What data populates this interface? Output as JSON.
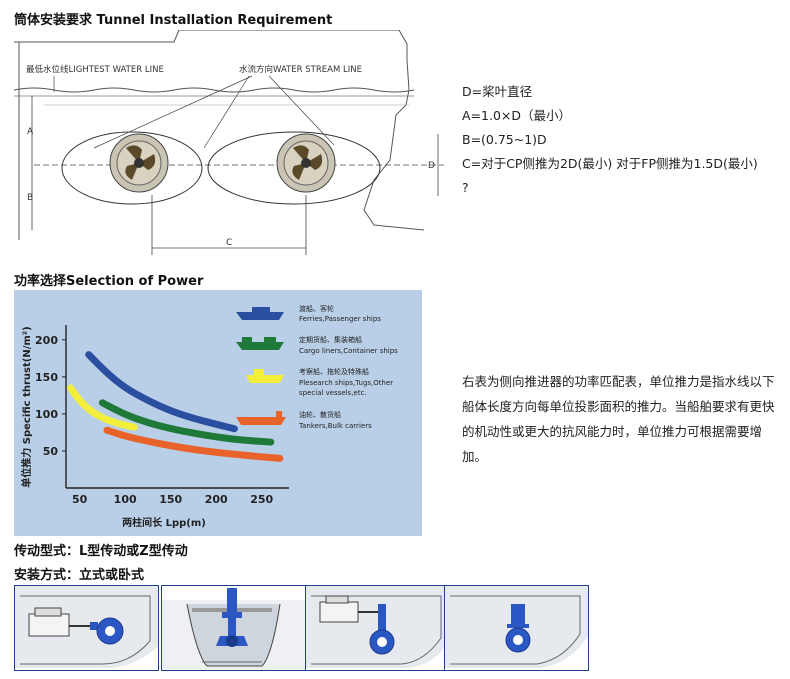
{
  "section_titles": {
    "tunnel": "筒体安装要求 Tunnel Installation Requirement",
    "power": "功率选择Selection of Power",
    "drive": "传动型式：L型传动或Z型传动",
    "mount": "安装方式：立式或卧式"
  },
  "tunnel_diagram": {
    "lightest_water_line": "最低水位线LIGHTEST WATER LINE",
    "water_stream_line": "水流方向WATER STREAM LINE",
    "label_a": "A",
    "label_b": "B",
    "label_c": "C",
    "label_d": "D"
  },
  "spec": {
    "lines": [
      "D=桨叶直径",
      "A=1.0×D（最小）",
      "B=(0.75~1)D",
      "C=对于CP侧推为2D(最小) 对于FP侧推为1.5D(最小)",
      "?"
    ]
  },
  "power_description": "右表为侧向推进器的功率匹配表，单位推力是指水线以下船体长度方向每单位投影面积的推力。当船舶要求有更快的机动性或更大的抗风能力时，单位推力可根据需要增加。",
  "chart_data": {
    "type": "line",
    "ylabel": "单位推力 Specific thrust(N/m²)",
    "xlabel": "两柱间长 Lpp(m)",
    "y_ticks": [
      "200",
      "150",
      "100",
      "50"
    ],
    "x_ticks": [
      "50",
      "100",
      "150",
      "200",
      "250"
    ],
    "xlim": [
      35,
      280
    ],
    "ylim": [
      0,
      220
    ],
    "legend_position": "top-right",
    "series": [
      {
        "name": "渡船、客轮 Ferries,Passenger ships",
        "color": "#2b4fa0",
        "x": [
          60,
          80,
          100,
          125,
          150,
          175,
          200,
          220
        ],
        "y": [
          180,
          155,
          135,
          118,
          104,
          94,
          86,
          80
        ]
      },
      {
        "name": "定期货船、集装箱船 Cargo liners,Container ships",
        "color": "#1f7a3a",
        "x": [
          75,
          100,
          125,
          150,
          175,
          200,
          225,
          260
        ],
        "y": [
          115,
          99,
          88,
          80,
          74,
          69,
          65,
          62
        ]
      },
      {
        "name": "考察船、拖轮及特殊船 Plesearch ships,Tugs,Other special vessels,etc.",
        "color": "#f2ee3a",
        "x": [
          40,
          50,
          60,
          70,
          80,
          95,
          110
        ],
        "y": [
          135,
          118,
          106,
          98,
          92,
          86,
          82
        ]
      },
      {
        "name": "油轮、散货船 Tankers,Bulk carriers",
        "color": "#e8632a",
        "x": [
          80,
          100,
          125,
          150,
          175,
          200,
          225,
          250,
          270
        ],
        "y": [
          78,
          70,
          63,
          57,
          52,
          48,
          45,
          42,
          40
        ]
      }
    ]
  },
  "icons": {
    "ferry": "ferry-ship-icon",
    "cargo": "cargo-ship-icon",
    "tug": "tug-ship-icon",
    "tanker": "tanker-ship-icon"
  }
}
